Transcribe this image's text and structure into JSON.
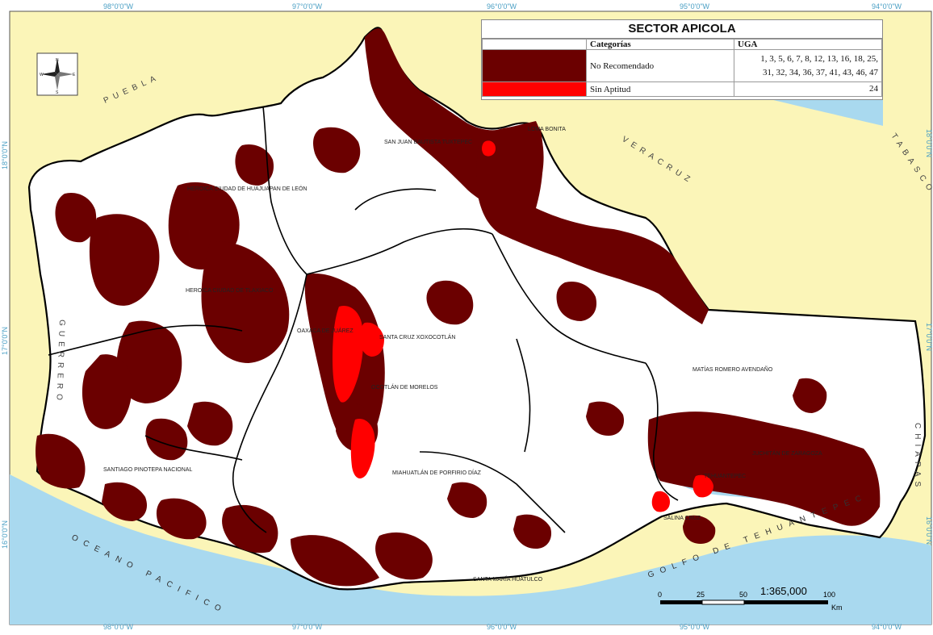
{
  "map": {
    "legend": {
      "title": "SECTOR APICOLA",
      "col_categorias": "Categorías",
      "col_uga": "UGA",
      "rows": [
        {
          "category": "No Recomendado",
          "uga_line1": "1, 3, 5, 6, 7, 8, 12, 13, 16, 18, 25,",
          "uga_line2": "31, 32, 34, 36, 37, 41, 43, 46, 47",
          "color": "#6b0000"
        },
        {
          "category": "Sin Aptitud",
          "uga_line1": "24",
          "uga_line2": "",
          "color": "#ff0000"
        }
      ]
    },
    "colors": {
      "no_recomendado": "#6b0000",
      "sin_aptitud": "#ff0000",
      "land_neighbors": "#fbf5b8",
      "water": "#a9d9ef",
      "oaxaca_base": "#ffffff"
    },
    "graticule": {
      "top": [
        "98°0'0\"W",
        "97°0'0\"W",
        "96°0'0\"W",
        "95°0'0\"W",
        "94°0'0\"W"
      ],
      "bottom": [
        "98°0'0\"W",
        "97°0'0\"W",
        "96°0'0\"W",
        "95°0'0\"W",
        "94°0'0\"W"
      ],
      "left": [
        "18°0'0\"N",
        "17°0'0\"N",
        "16°0'0\"N"
      ],
      "right": [
        "18°0'0\"N",
        "17°0'0\"N",
        "16°0'0\"N"
      ]
    },
    "regions": {
      "puebla": "PUEBLA",
      "veracruz": "VERACRUZ",
      "tabasco": "TABASCO",
      "guerrero": "GUERRERO",
      "chiapas": "CHIAPAS",
      "oceano": "OCEANO PACIFICO",
      "golfo": "GOLFO DE TEHUANTEPEC"
    },
    "places": [
      {
        "name": "SAN JUAN BAUTISTA TUXTEPEC"
      },
      {
        "name": "LOMA BONITA"
      },
      {
        "name": "HEROICA CIUDAD DE HUAJUAPAN DE LEÓN"
      },
      {
        "name": "HEROICA CIUDAD DE TLAXIACO"
      },
      {
        "name": "OAXACA DE JUÁREZ"
      },
      {
        "name": "SANTA CRUZ XOXOCOTLÁN"
      },
      {
        "name": "OCOTLÁN DE MORELOS"
      },
      {
        "name": "MATÍAS ROMERO AVENDAÑO"
      },
      {
        "name": "SANTIAGO PINOTEPA NACIONAL"
      },
      {
        "name": "MIAHUATLÁN DE PORFIRIO DÍAZ"
      },
      {
        "name": "JUCHITÁN DE ZARAGOZA"
      },
      {
        "name": "SALINA CRUZ"
      },
      {
        "name": "SANTA MARÍA HUATULCO"
      },
      {
        "name": "TEHUANTEPEC"
      }
    ],
    "scale": {
      "ratio": "1:365,000",
      "ticks": [
        "0",
        "25",
        "50",
        "100"
      ],
      "unit": "Km"
    },
    "north_arrow": {
      "n": "N",
      "s": "S",
      "e": "E",
      "w": "W"
    }
  }
}
